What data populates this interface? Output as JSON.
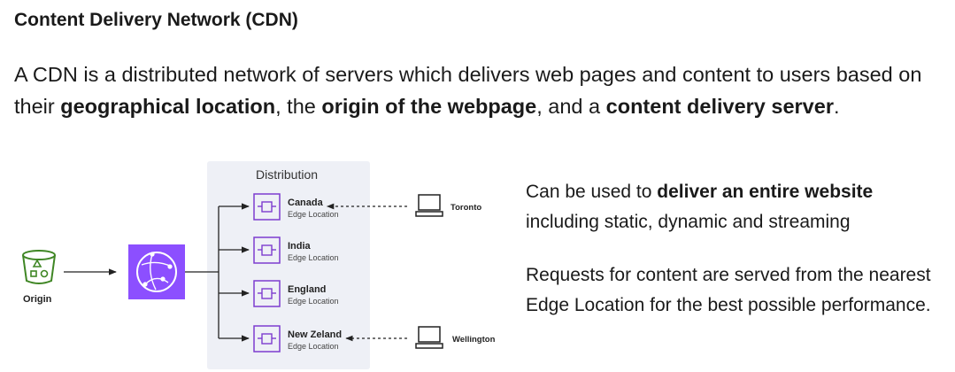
{
  "title": "Content Delivery Network (CDN)",
  "intro": {
    "t1": "A CDN is a distributed network of servers which delivers web pages and content to users based on their ",
    "b1": "geographical location",
    "t2": ", the ",
    "b2": "origin of the webpage",
    "t3": ", and a ",
    "b3": "content delivery server",
    "t4": "."
  },
  "diagram": {
    "distribution_label": "Distribution",
    "origin_label": "Origin",
    "edge_sublabel": "Edge Location",
    "edges": [
      {
        "name": "Canada",
        "client": "Toronto"
      },
      {
        "name": "India",
        "client": ""
      },
      {
        "name": "England",
        "client": ""
      },
      {
        "name": "New Zeland",
        "client": "Wellington"
      }
    ],
    "colors": {
      "origin_green": "#3f8624",
      "cloudfront_purple": "#8c4fff",
      "edge_purple": "#7d3ccf",
      "panel_bg": "#eef0f6",
      "line": "#222222"
    },
    "icons": {
      "origin": "s3-bucket-icon",
      "cloudfront": "cloudfront-icon",
      "edge": "edge-location-icon",
      "client": "laptop-icon"
    }
  },
  "bullets": [
    {
      "t1": "Can be used to ",
      "b1": "deliver an entire website",
      "t2": " including static, dynamic and streaming"
    },
    {
      "t1": "Requests for content are served from the nearest Edge Location for the best possible performance.",
      "b1": "",
      "t2": ""
    }
  ]
}
